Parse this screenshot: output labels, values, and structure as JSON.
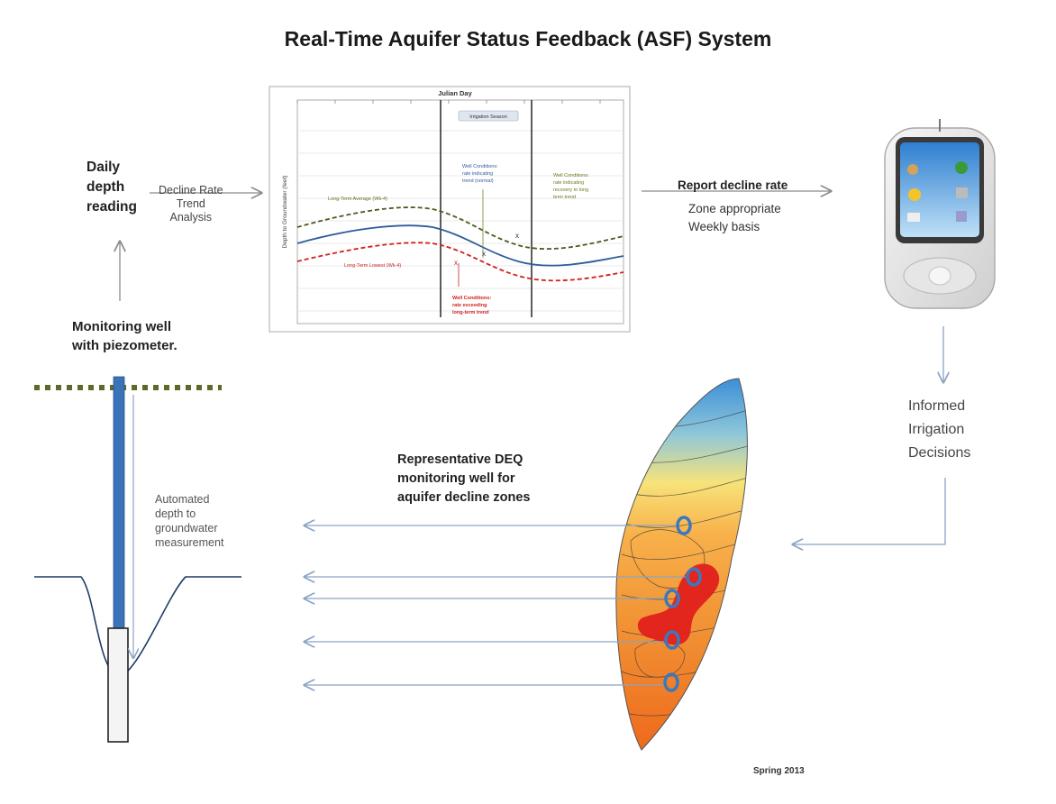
{
  "title": "Real-Time Aquifer Status Feedback (ASF) System",
  "daily": [
    "Daily",
    "depth",
    "reading"
  ],
  "trend": [
    "Decline Rate",
    "Trend",
    "Analysis"
  ],
  "report": {
    "title": "Report decline rate",
    "sub": [
      "Zone appropriate",
      "Weekly basis"
    ]
  },
  "monitoring": [
    "Monitoring well",
    "with piezometer."
  ],
  "automated": [
    "Automated",
    "depth to",
    "groundwater",
    "measurement"
  ],
  "informed": [
    "Informed",
    "Irrigation",
    "Decisions"
  ],
  "deq": [
    "Representative DEQ",
    "monitoring well for",
    "aquifer decline zones"
  ],
  "spring": "Spring 2013",
  "chart": {
    "xlabel": "Julian Day",
    "ylabel": "Depth to Groundwater (feet)",
    "season_label": "Irrigation Season",
    "long_term_avg_label": "Long-Term Average (Wk-4)",
    "long_term_low_label": "Long-Term Lowest (Wk-4)",
    "note_blue": [
      "Well Conditions:",
      "rate indicating",
      "trend (normal)"
    ],
    "note_green": [
      "Well Conditions:",
      "rate indicating",
      "recovery to long",
      "term trend"
    ],
    "note_red": [
      "Well Conditions:",
      "rate exceeding",
      "long-term trend"
    ]
  },
  "colors": {
    "accent_blue": "#3a6aa8",
    "green_dots": "#5b6b2e",
    "red_zone": "#e0201c",
    "arrow": "#8aa4c4"
  }
}
